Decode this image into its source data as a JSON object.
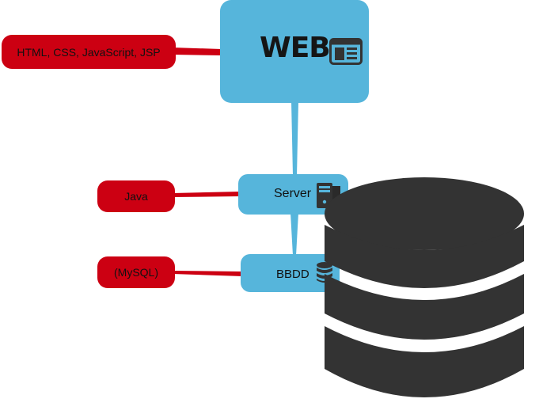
{
  "diagram": {
    "web_node": {
      "label": "WEB",
      "icon": "browser-window-icon"
    },
    "server_node": {
      "label": "Server",
      "icon": "server-tower-icon"
    },
    "db_node": {
      "label": "BBDD",
      "icon": "database-stack-icon"
    },
    "tags": {
      "frontend": "HTML, CSS, JavaScript, JSP",
      "backend": "Java",
      "database": "(MySQL)"
    },
    "large_illustration": "database-cylinder-icon",
    "colors": {
      "node_fill": "#56b5db",
      "tag_fill": "#cc0012",
      "icon_dark": "#333333",
      "background": "#ffffff"
    }
  }
}
